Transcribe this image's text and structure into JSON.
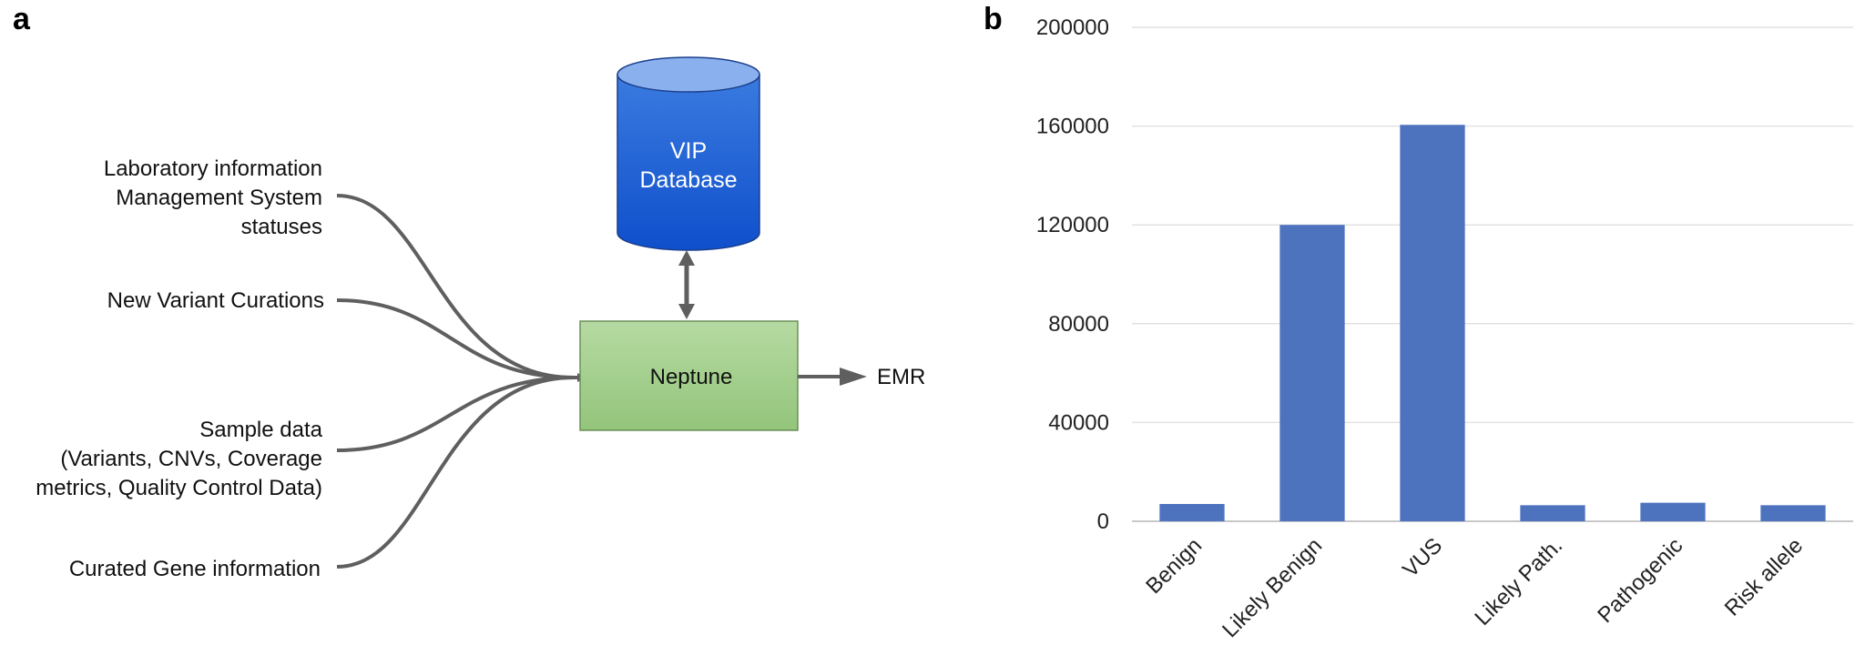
{
  "panel_a": {
    "label": "a",
    "sources": [
      {
        "lines": [
          "Laboratory information",
          "Management System",
          "statuses"
        ]
      },
      {
        "lines": [
          "New Variant Curations"
        ]
      },
      {
        "lines": [
          "Sample data",
          "(Variants, CNVs, Coverage",
          "metrics, Quality Control Data)"
        ]
      },
      {
        "lines": [
          "Curated Gene information"
        ]
      }
    ],
    "database": {
      "lines": [
        "VIP",
        "Database"
      ],
      "color": "#1F5FD6"
    },
    "hub": {
      "label": "Neptune",
      "color": "#A3CF8C"
    },
    "output": {
      "label": "EMR"
    }
  },
  "chart_data": {
    "type": "bar",
    "panel_label": "b",
    "categories": [
      "Benign",
      "Likely Benign",
      "VUS",
      "Likely Path.",
      "Pathogenic",
      "Risk allele"
    ],
    "values": [
      7000,
      120000,
      160500,
      6500,
      7500,
      6500
    ],
    "ylim": [
      0,
      200000
    ],
    "yticks": [
      "0",
      "40000",
      "80000",
      "120000",
      "160000",
      "200000"
    ],
    "grid": true,
    "bar_color": "#4E73BE",
    "title": "",
    "xlabel": "",
    "ylabel": ""
  }
}
